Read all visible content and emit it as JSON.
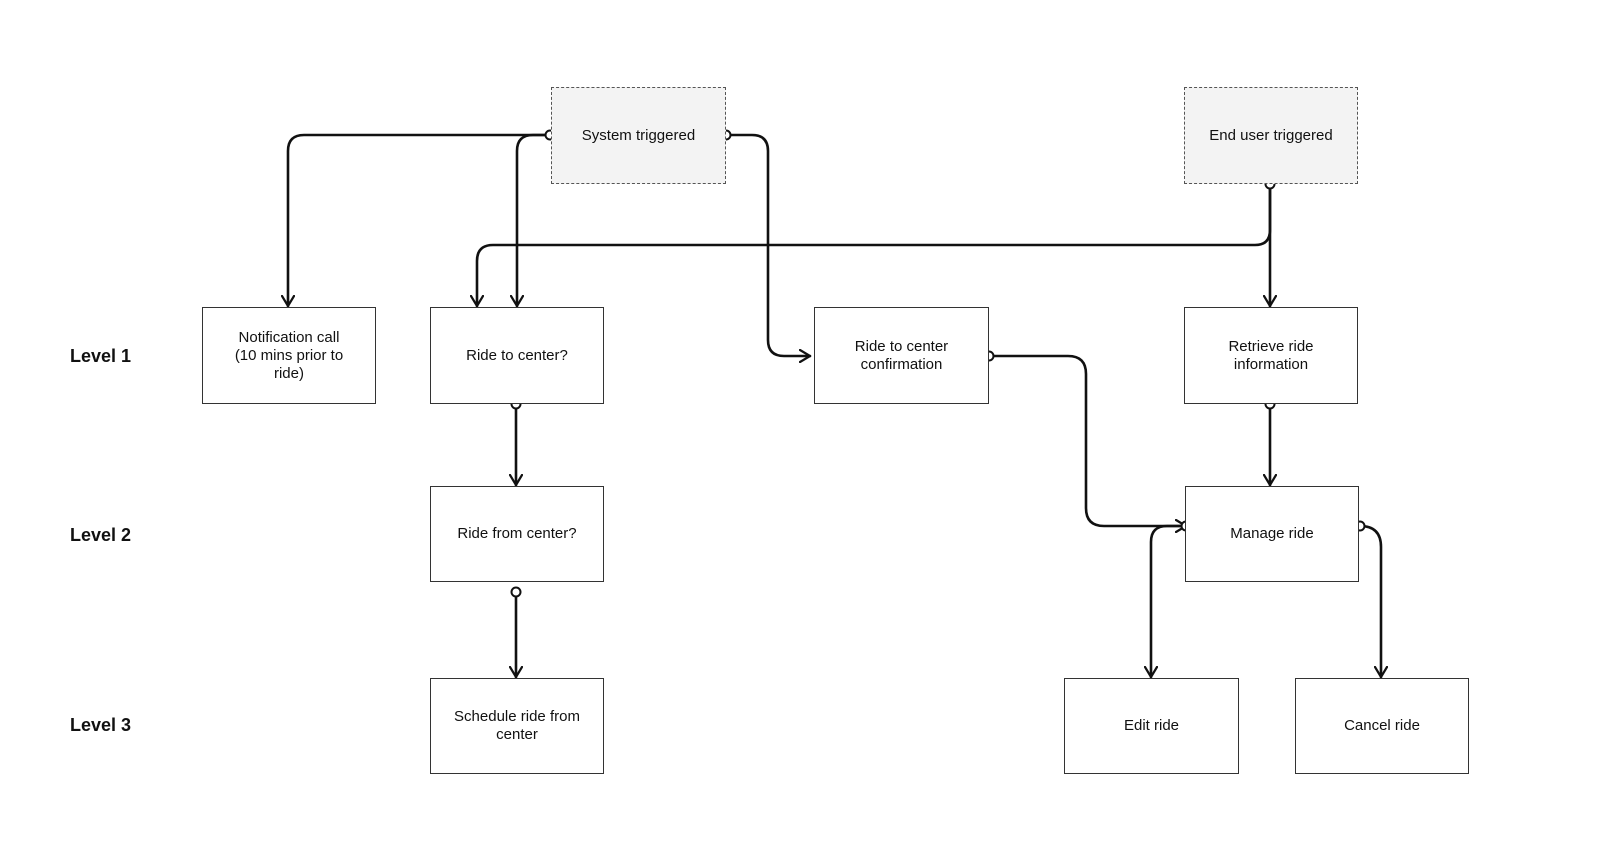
{
  "levels": {
    "level1": "Level 1",
    "level2": "Level 2",
    "level3": "Level 3"
  },
  "nodes": {
    "system_triggered": "System triggered",
    "end_user_triggered": "End user triggered",
    "notification_call": "Notification call\n(10 mins prior to\nride)",
    "ride_to_center": "Ride to center?",
    "ride_to_center_confirmation": "Ride to center\nconfirmation",
    "retrieve_ride_information": "Retrieve ride\ninformation",
    "ride_from_center": "Ride from center?",
    "manage_ride": "Manage ride",
    "schedule_ride_from_center": "Schedule ride from\ncenter",
    "edit_ride": "Edit ride",
    "cancel_ride": "Cancel ride"
  },
  "colors": {
    "line": "#111111",
    "box_border": "#333333",
    "trigger_fill": "#f3f3f3"
  }
}
